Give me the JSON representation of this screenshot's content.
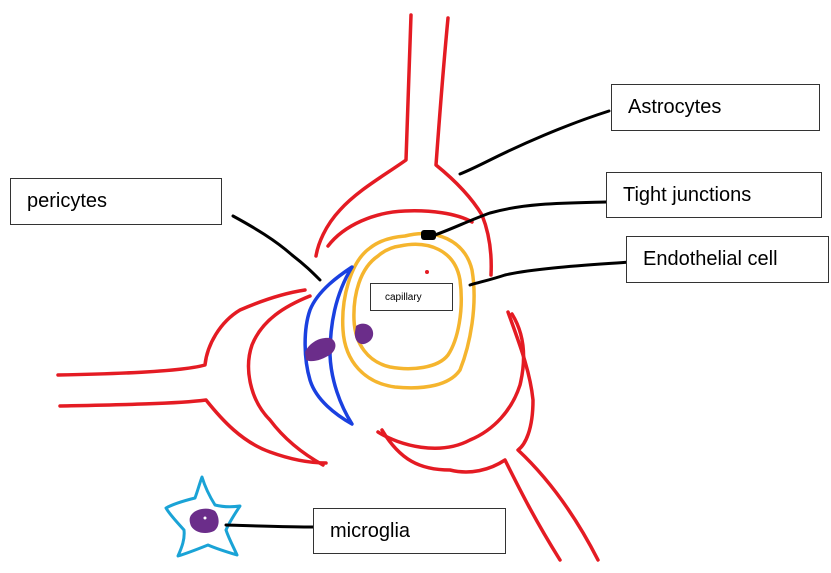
{
  "labels": {
    "astrocytes": "Astrocytes",
    "pericytes": "pericytes",
    "tight_junctions": "Tight junctions",
    "endothelial_cell": "Endothelial cell",
    "capillary": "capillary",
    "microglia": "microglia"
  },
  "colors": {
    "astrocyte": "#e41b23",
    "pericyte": "#1a40e0",
    "endothelium": "#f5b52e",
    "nucleus": "#6b2d8a",
    "microglia": "#1aa3d6",
    "leader": "#000000"
  }
}
